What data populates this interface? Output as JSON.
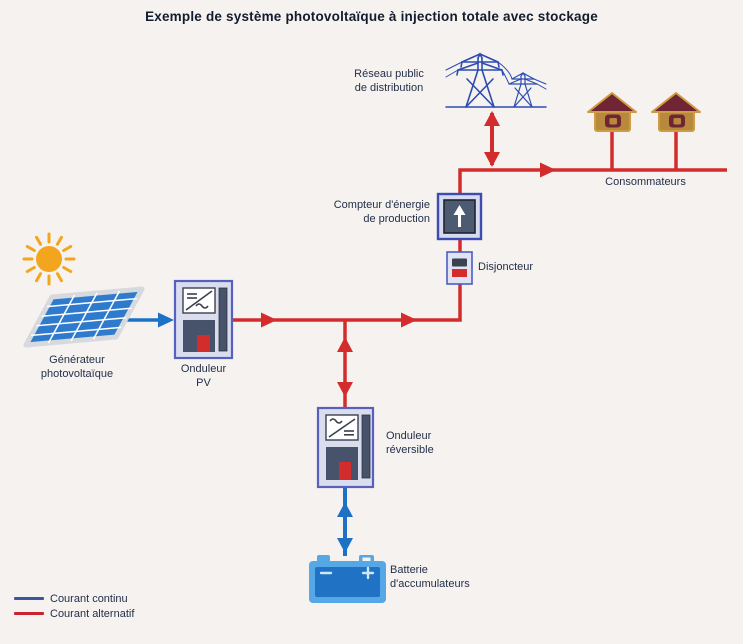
{
  "title": "Exemple de système photovoltaïque à injection totale avec stockage",
  "diagram": {
    "nodes": {
      "grid": {
        "label": "Réseau public\nde distribution",
        "icon": "power-pylons"
      },
      "consumers": {
        "label": "Consommateurs",
        "icon": "houses"
      },
      "meter": {
        "label": "Compteur d'énergie\nde production",
        "icon": "meter-up-arrow"
      },
      "breaker": {
        "label": "Disjoncteur",
        "icon": "circuit-breaker"
      },
      "pv_generator": {
        "label": "Générateur\nphotovoltaïque",
        "icon": "solar-panel"
      },
      "sun": {
        "label": "",
        "icon": "sun"
      },
      "pv_inverter": {
        "label": "Onduleur\nPV",
        "icon": "inverter-dc-ac"
      },
      "reversible_inverter": {
        "label": "Onduleur\nréversible",
        "icon": "inverter-ac-dc"
      },
      "battery": {
        "label": "Batterie\nd'accumulateurs",
        "icon": "battery"
      }
    }
  },
  "legend": {
    "items": [
      {
        "label": "Courant continu",
        "color": "#3b54a4"
      },
      {
        "label": "Courant alternatif",
        "color": "#cc2230"
      }
    ]
  },
  "colors": {
    "background": "#f6f2ef",
    "ac_line_red": "#d22c2c",
    "dc_line_blue": "#1d72c6",
    "pylon_blue": "#2c4cb2",
    "box_border": "#5560bf",
    "box_fill": "#dadded",
    "slate": "#46536a",
    "house_roof": "#6f2533",
    "house_body": "#b8893c",
    "battery_light": "#55a8e5",
    "battery_dark": "#1f72c4",
    "sun_orange": "#f2a51d",
    "text": "#233049"
  }
}
